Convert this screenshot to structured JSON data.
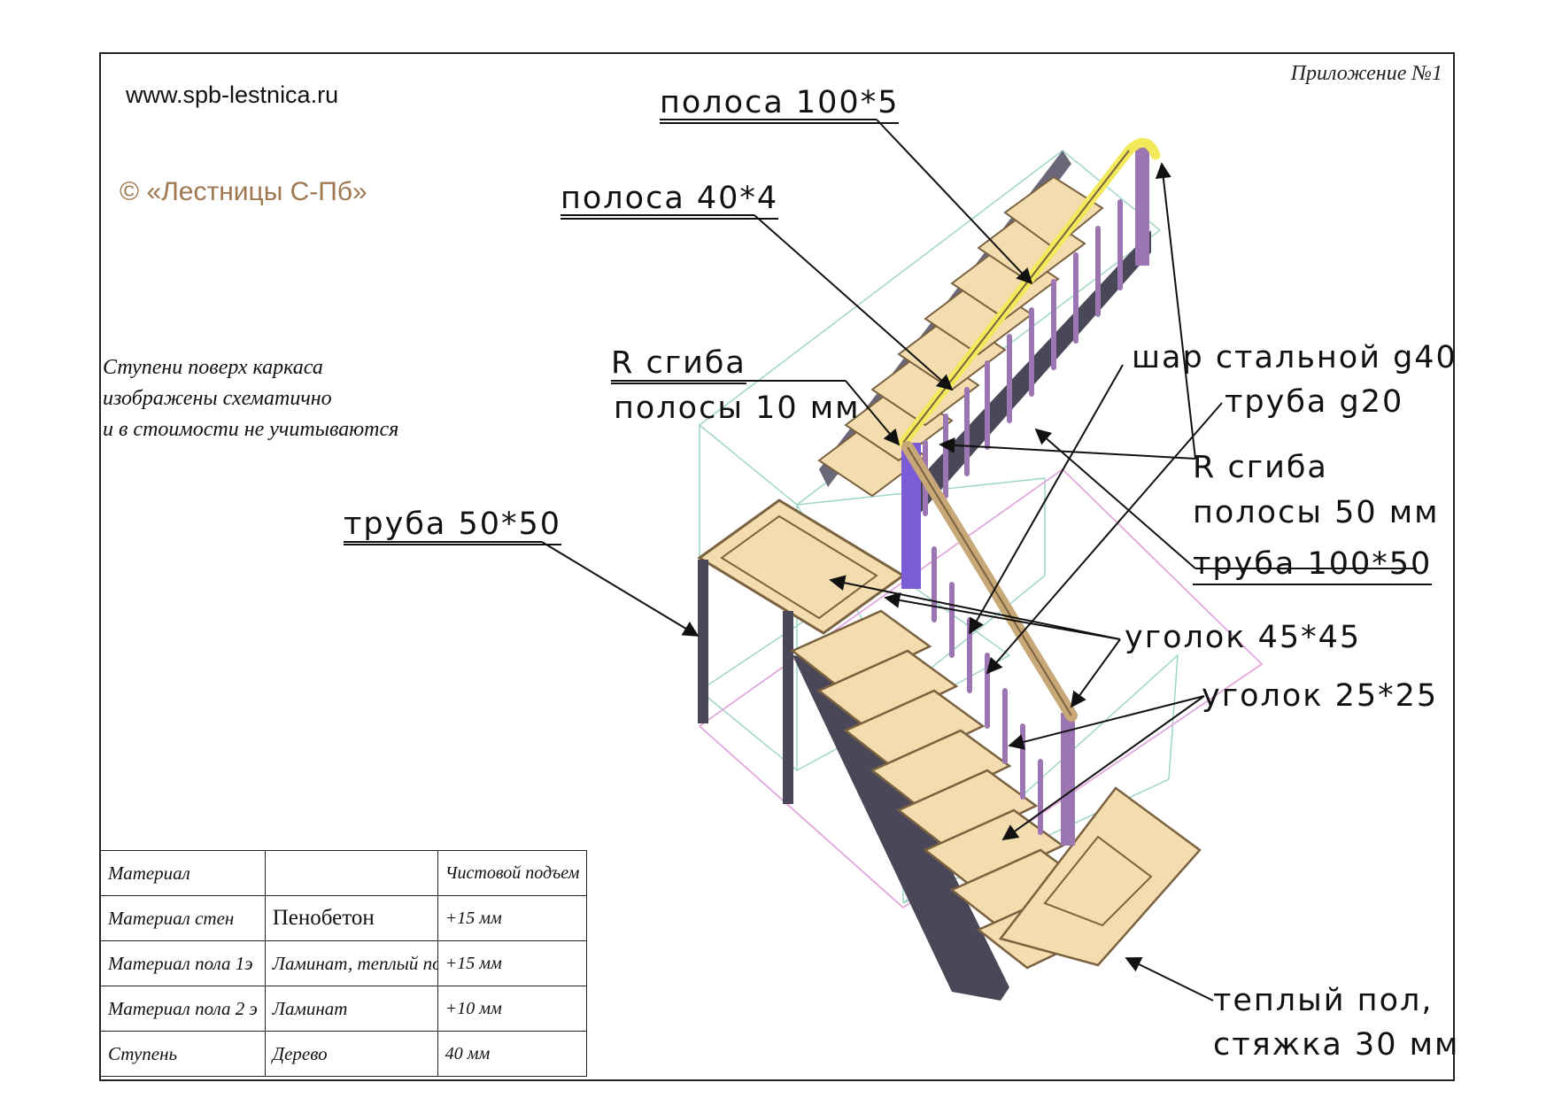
{
  "header": {
    "site": "www.spb-lestnica.ru",
    "copyright": "© «Лестницы С-Пб»",
    "appendix": "Приложение №1"
  },
  "note": [
    "Ступени поверх каркаса",
    "изображены схематично",
    "и в стоимости не учитываются"
  ],
  "labels": {
    "strip_100x5": "полоса 100*5",
    "strip_40x4": "полоса 40*4",
    "bend_r_10_line1": "R сгиба",
    "bend_r_10_line2": "полосы 10 мм",
    "steel_ball": "шар стальной g40",
    "pipe_d20": "труба g20",
    "bend_r_50_line1": "R сгиба",
    "bend_r_50_line2": "полосы 50 мм",
    "pipe_100x50": "труба 100*50",
    "pipe_50x50": "труба 50*50",
    "angle_45x45": "уголок 45*45",
    "angle_25x25": "уголок 25*25",
    "floor_line1": "теплый пол,",
    "floor_line2": "стяжка 30 мм"
  },
  "table": {
    "header": [
      "Материал",
      "",
      "Чистовой подъем"
    ],
    "rows": [
      [
        "Материал стен",
        "Пенобетон",
        "+15 мм"
      ],
      [
        "Материал пола 1э",
        "Ламинат, теплый пол",
        "+15 мм"
      ],
      [
        "Материал пола 2 э",
        "Ламинат",
        "+10 мм"
      ],
      [
        "Ступень",
        "Дерево",
        "40 мм"
      ]
    ]
  },
  "colors": {
    "wood": "#f3dcad",
    "wood_edge": "#7a6240",
    "frame_metal": "#4a4758",
    "railing": "#c7a4d6",
    "handrail_top": "#f2ea5a",
    "outline_green": "#9fd6c6",
    "outline_pink": "#e2a8dc",
    "copyright": "#a07850"
  }
}
